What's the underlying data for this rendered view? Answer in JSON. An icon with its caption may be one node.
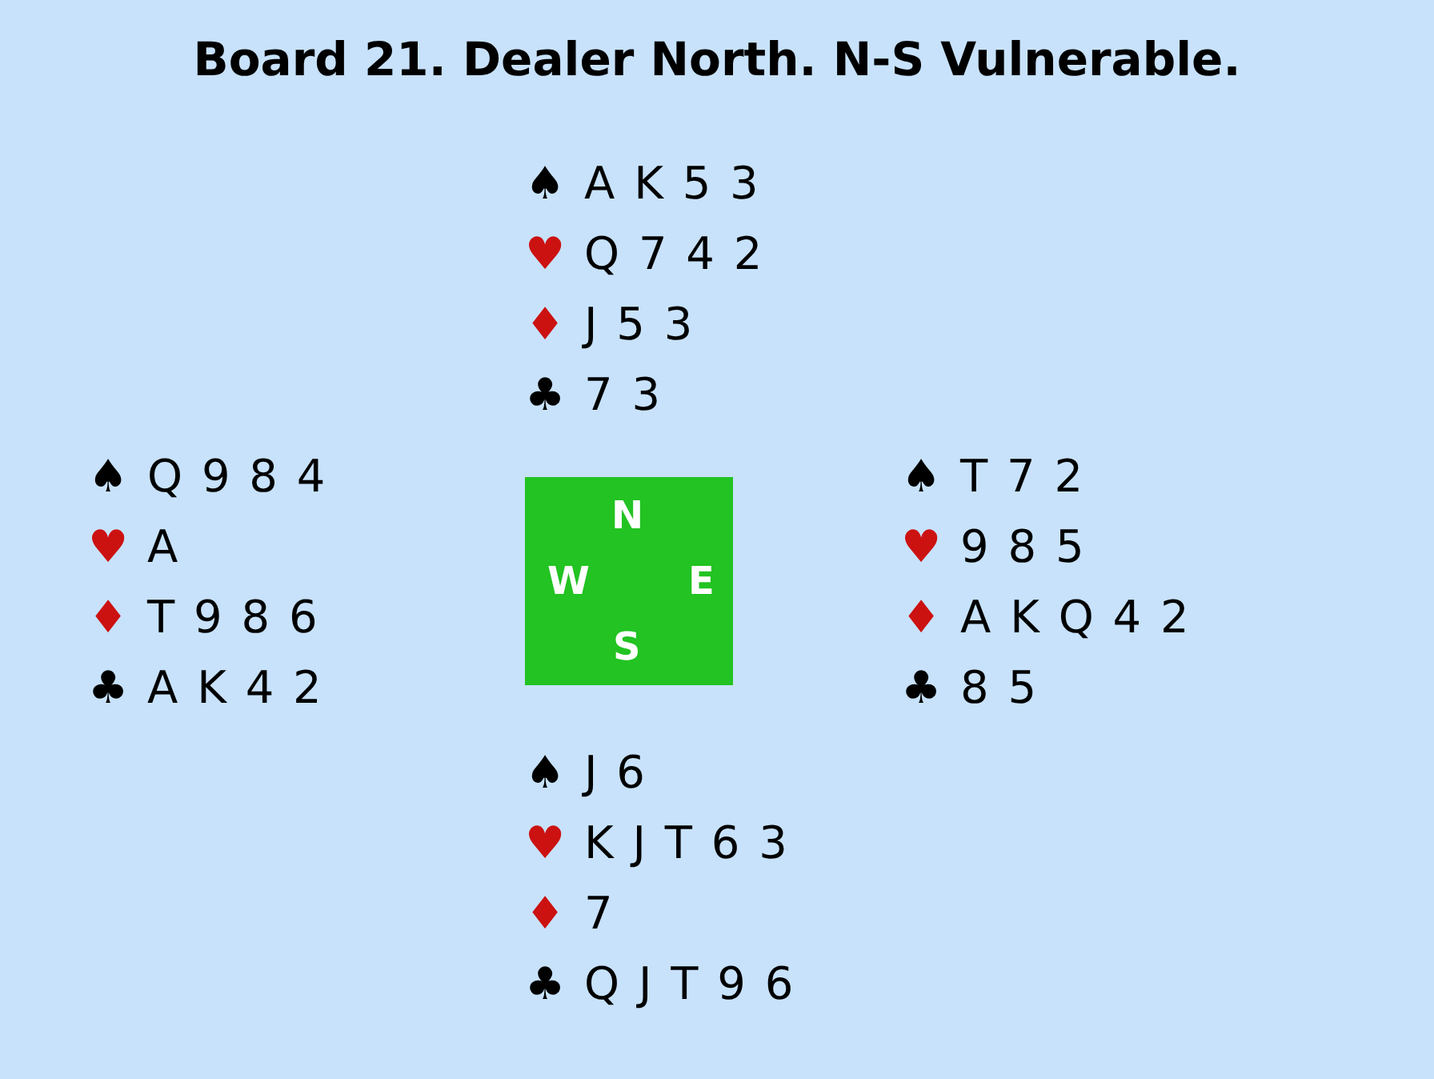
{
  "diagram": {
    "title": "Board 21. Dealer North. N-S Vulnerable.",
    "nodes": [
      {
        "text": [
          "N",
          "W",
          "E",
          "S"
        ]
      }
    ],
    "labels": [
      "♠ A K 5 3",
      "♥ Q 7 4 2",
      "♦ J 5 3",
      "♣ 7 3",
      "♠ Q 9 8 4",
      "♥ A",
      "♦ T 9 8 6",
      "♣ A K 4 2",
      "♠ T 7 2",
      "♥ 9 8 5",
      "♦ A K Q 4 2",
      "♣ 8 5",
      "♠ J 6",
      "♥ K J T 6 3",
      "♦ 7",
      "♣ Q J T 9 6"
    ]
  }
}
